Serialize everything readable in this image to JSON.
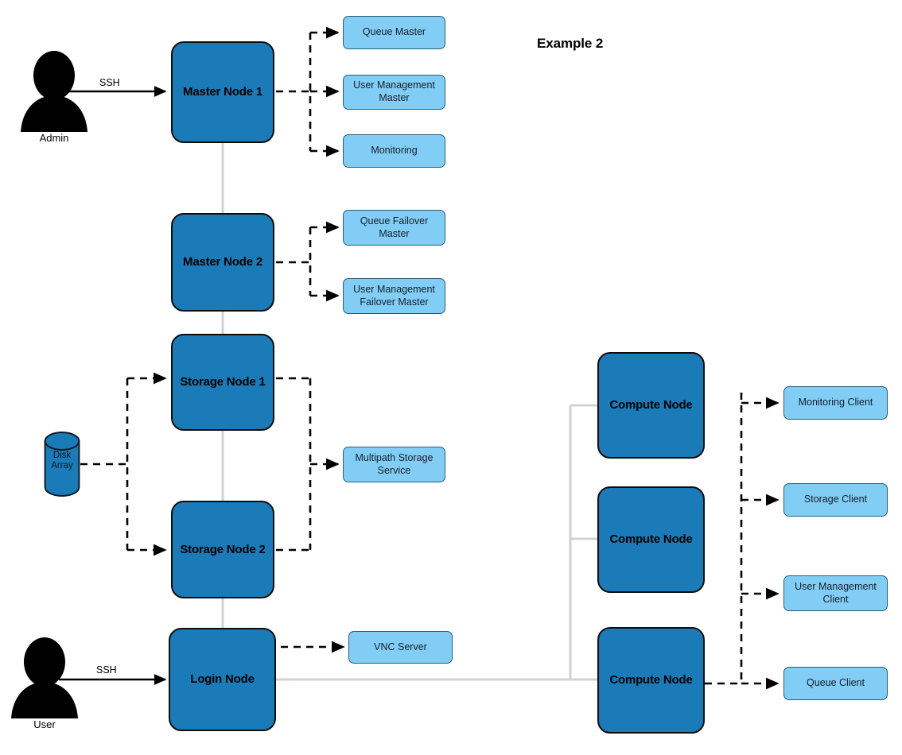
{
  "title": "Example 2",
  "colors": {
    "primary_node_fill": "#1b7ab8",
    "primary_node_stroke": "#0d0d0d",
    "service_node_fill": "#81cdf5",
    "service_node_stroke": "#2b5b72",
    "dashed_edge": "#000000",
    "solid_edge": "#000000",
    "gray_edge": "#d2d2d2",
    "actor_fill": "#000000",
    "background": "#ffffff"
  },
  "actors": [
    {
      "name": "Admin",
      "icon": "person-icon"
    },
    {
      "name": "User",
      "icon": "person-icon"
    }
  ],
  "storage_device": {
    "name": "Disk\nArray",
    "icon": "cylinder-icon"
  },
  "primary_nodes": [
    {
      "id": "master-node-1",
      "label": "Master Node 1"
    },
    {
      "id": "master-node-2",
      "label": "Master Node 2"
    },
    {
      "id": "storage-node-1",
      "label": "Storage Node 1"
    },
    {
      "id": "storage-node-2",
      "label": "Storage Node 2"
    },
    {
      "id": "login-node",
      "label": "Login Node"
    },
    {
      "id": "compute-node-1",
      "label": "Compute Node"
    },
    {
      "id": "compute-node-2",
      "label": "Compute Node"
    },
    {
      "id": "compute-node-3",
      "label": "Compute Node"
    }
  ],
  "service_nodes": [
    {
      "id": "queue-master",
      "label": "Queue Master"
    },
    {
      "id": "user-management-master",
      "label": "User Management\nMaster"
    },
    {
      "id": "monitoring",
      "label": "Monitoring"
    },
    {
      "id": "queue-failover-master",
      "label": "Queue Failover\nMaster"
    },
    {
      "id": "user-management-failover-master",
      "label": "User Management\nFailover Master"
    },
    {
      "id": "multipath-storage-service",
      "label": "Multipath Storage\nService"
    },
    {
      "id": "vnc-server",
      "label": "VNC Server"
    },
    {
      "id": "monitoring-client",
      "label": "Monitoring Client"
    },
    {
      "id": "storage-client",
      "label": "Storage Client"
    },
    {
      "id": "user-management-client",
      "label": "User Management\nClient"
    },
    {
      "id": "queue-client",
      "label": "Queue Client"
    }
  ],
  "edge_labels": [
    {
      "id": "admin-ssh",
      "label": "SSH"
    },
    {
      "id": "user-ssh",
      "label": "SSH"
    }
  ],
  "connections": [
    {
      "from": "Admin",
      "to": "Master Node 1",
      "label": "SSH",
      "style": "solid-arrow"
    },
    {
      "from": "User",
      "to": "Login Node",
      "label": "SSH",
      "style": "solid-arrow"
    },
    {
      "from": "Master Node 1",
      "to": "Queue Master",
      "style": "dashed-arrow"
    },
    {
      "from": "Master Node 1",
      "to": "User Management Master",
      "style": "dashed-arrow"
    },
    {
      "from": "Master Node 1",
      "to": "Monitoring",
      "style": "dashed-arrow"
    },
    {
      "from": "Master Node 2",
      "to": "Queue Failover Master",
      "style": "dashed-arrow"
    },
    {
      "from": "Master Node 2",
      "to": "User Management Failover Master",
      "style": "dashed-arrow"
    },
    {
      "from": "Disk Array",
      "to": "Storage Node 1",
      "style": "dashed-arrow"
    },
    {
      "from": "Disk Array",
      "to": "Storage Node 2",
      "style": "dashed-arrow"
    },
    {
      "from": "Storage Node 1",
      "to": "Multipath Storage Service",
      "style": "dashed-arrow"
    },
    {
      "from": "Storage Node 2",
      "to": "Multipath Storage Service",
      "style": "dashed-arrow"
    },
    {
      "from": "Login Node",
      "to": "VNC Server",
      "style": "dashed-arrow"
    },
    {
      "from": "Master Node 1",
      "to": "Master Node 2",
      "style": "gray-line"
    },
    {
      "from": "Master Node 2",
      "to": "Storage Node 1",
      "style": "gray-line"
    },
    {
      "from": "Storage Node 1",
      "to": "Storage Node 2",
      "style": "gray-line"
    },
    {
      "from": "Storage Node 2",
      "to": "Login Node",
      "style": "gray-line"
    },
    {
      "from": "Login Node",
      "to": "Compute Node",
      "style": "gray-line"
    },
    {
      "from": "Compute Node",
      "to": "Monitoring Client",
      "style": "dashed-arrow"
    },
    {
      "from": "Compute Node",
      "to": "Storage Client",
      "style": "dashed-arrow"
    },
    {
      "from": "Compute Node",
      "to": "User Management Client",
      "style": "dashed-arrow"
    },
    {
      "from": "Compute Node",
      "to": "Queue Client",
      "style": "dashed-arrow"
    }
  ]
}
